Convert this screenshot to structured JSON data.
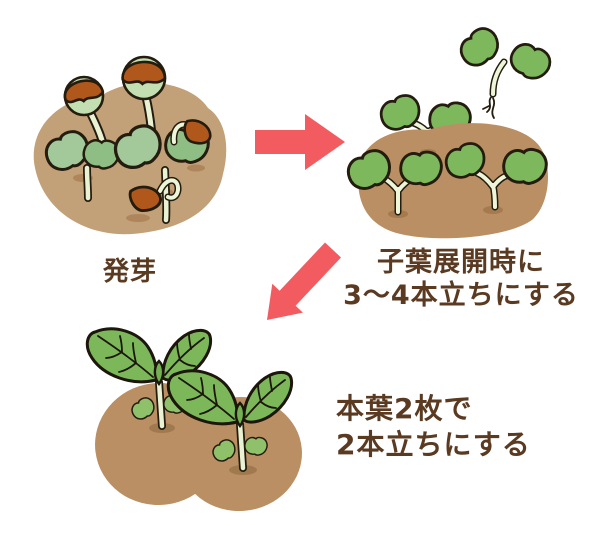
{
  "figure": {
    "type": "instructional-diagram",
    "topic": "seedling germination and thinning steps",
    "steps": [
      {
        "name": "germination",
        "caption": "発芽",
        "illustration": "seeds-sprouting-in-soil-mound"
      },
      {
        "name": "cotyledon-thinning",
        "caption_line1": "子葉展開時に",
        "caption_line2": "3〜4本立ちにする",
        "illustration": "cotyledon-seedlings-one-pulled-out"
      },
      {
        "name": "true-leaf-thinning",
        "caption_line1": "本葉2枚で",
        "caption_line2": "2本立ちにする",
        "illustration": "two-seedlings-with-true-leaves"
      }
    ],
    "arrows": [
      {
        "name": "arrow-right",
        "direction": "right"
      },
      {
        "name": "arrow-down-left",
        "direction": "down-left"
      }
    ],
    "colors": {
      "arrow_red": "#f25c61",
      "caption_brown": "#5b3a22",
      "soil_tan": "#c2a078",
      "soil_brown": "#b98f63",
      "leaf_green": "#7db85c",
      "sage_green": "#9cc394",
      "seed_brown": "#b0571c",
      "stem_pale": "#e9f3d4",
      "outline": "#241c0f",
      "background": "#ffffff"
    }
  }
}
